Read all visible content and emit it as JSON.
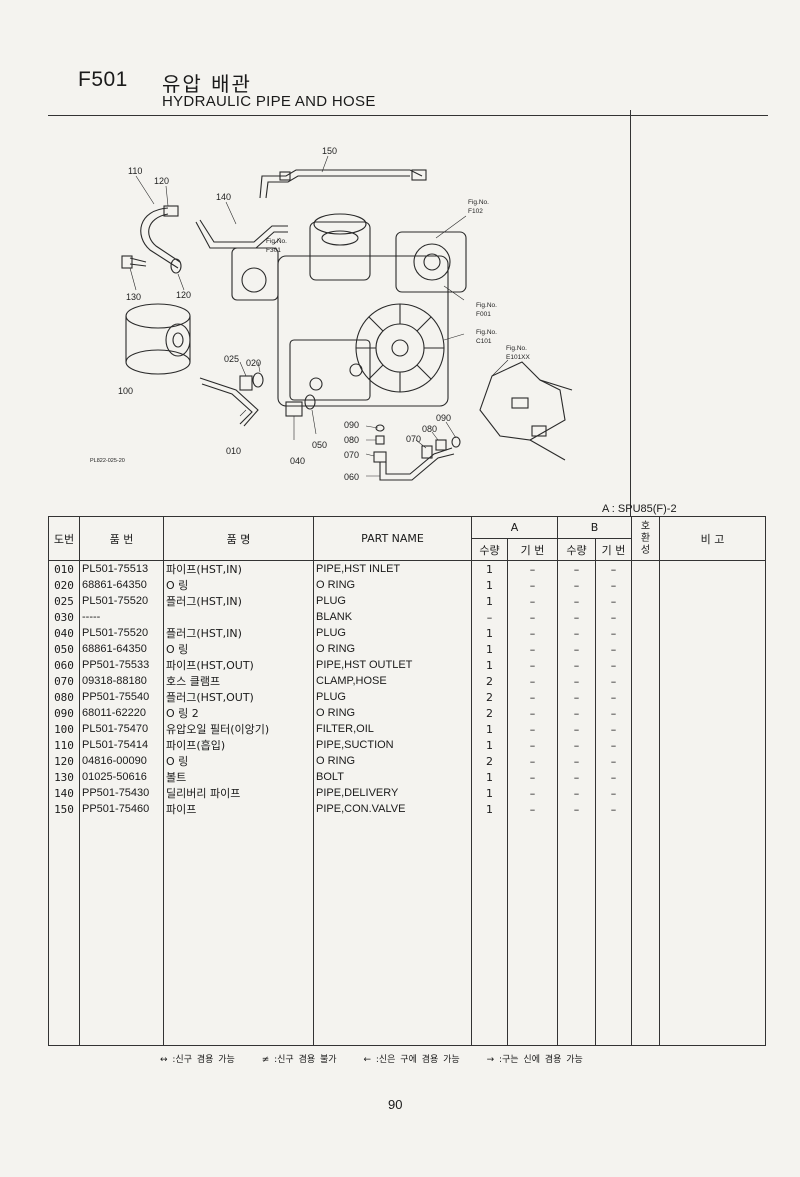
{
  "header": {
    "code": "F501",
    "title_ko": "유압 배관",
    "title_en": "HYDRAULIC PIPE AND HOSE"
  },
  "figure": {
    "callouts": {
      "c150": "150",
      "c110": "110",
      "c120a": "120",
      "c140": "140",
      "c130": "130",
      "c120b": "120",
      "c100": "100",
      "c025": "025",
      "c020": "020",
      "c010": "010",
      "c040": "040",
      "c050": "050",
      "c090a": "090",
      "c080a": "080",
      "c070a": "070",
      "c060": "060",
      "c090b": "090",
      "c080b": "080",
      "c070b": "070"
    },
    "fig_refs": {
      "f102_label": "Fig.No.",
      "f102": "F102",
      "f301_label": "Fig.No.",
      "f301": "F301",
      "f001_label": "Fig.No.",
      "f001": "F001",
      "c101_label": "Fig.No.",
      "c101": "C101",
      "e101_label": "Fig.No.",
      "e101": "E101XX"
    },
    "drawing_code": "PL822-025-20"
  },
  "model_label": "A : SPU85(F)-2",
  "table": {
    "headers": {
      "no": "도번",
      "part_no": "품   번",
      "name_ko": "품        명",
      "part_name": "PART  NAME",
      "group_a": "A",
      "group_b": "B",
      "qty": "수량",
      "model_no": "기 번",
      "interchange": "호환성",
      "remarks": "비   고"
    },
    "rows": [
      {
        "no": "010",
        "part_no": "PL501-75513",
        "name_ko": "파이프(HST,IN)",
        "part_name": "PIPE,HST INLET",
        "qty_a": "1",
        "mod_a": "–",
        "qty_b": "–",
        "mod_b": "–"
      },
      {
        "no": "020",
        "part_no": "68861-64350",
        "name_ko": "O 링",
        "part_name": "O RING",
        "qty_a": "1",
        "mod_a": "–",
        "qty_b": "–",
        "mod_b": "–"
      },
      {
        "no": "025",
        "part_no": "PL501-75520",
        "name_ko": "플러그(HST,IN)",
        "part_name": "PLUG",
        "qty_a": "1",
        "mod_a": "–",
        "qty_b": "–",
        "mod_b": "–"
      },
      {
        "no": "030",
        "part_no": "-----",
        "name_ko": "",
        "part_name": "BLANK",
        "qty_a": "–",
        "mod_a": "–",
        "qty_b": "–",
        "mod_b": "–"
      },
      {
        "no": "040",
        "part_no": "PL501-75520",
        "name_ko": "플러그(HST,IN)",
        "part_name": "PLUG",
        "qty_a": "1",
        "mod_a": "–",
        "qty_b": "–",
        "mod_b": "–"
      },
      {
        "no": "050",
        "part_no": "68861-64350",
        "name_ko": "O 링",
        "part_name": "O RING",
        "qty_a": "1",
        "mod_a": "–",
        "qty_b": "–",
        "mod_b": "–"
      },
      {
        "no": "060",
        "part_no": "PP501-75533",
        "name_ko": "파이프(HST,OUT)",
        "part_name": "PIPE,HST OUTLET",
        "qty_a": "1",
        "mod_a": "–",
        "qty_b": "–",
        "mod_b": "–"
      },
      {
        "no": "070",
        "part_no": "09318-88180",
        "name_ko": "호스 클램프",
        "part_name": "CLAMP,HOSE",
        "qty_a": "2",
        "mod_a": "–",
        "qty_b": "–",
        "mod_b": "–"
      },
      {
        "no": "080",
        "part_no": "PP501-75540",
        "name_ko": "플러그(HST,OUT)",
        "part_name": "PLUG",
        "qty_a": "2",
        "mod_a": "–",
        "qty_b": "–",
        "mod_b": "–"
      },
      {
        "no": "090",
        "part_no": "68011-62220",
        "name_ko": "O 링 2",
        "part_name": "O RING",
        "qty_a": "2",
        "mod_a": "–",
        "qty_b": "–",
        "mod_b": "–"
      },
      {
        "no": "100",
        "part_no": "PL501-75470",
        "name_ko": "유압오일 필터(이앙기)",
        "part_name": "FILTER,OIL",
        "qty_a": "1",
        "mod_a": "–",
        "qty_b": "–",
        "mod_b": "–"
      },
      {
        "no": "110",
        "part_no": "PL501-75414",
        "name_ko": "파이프(흡입)",
        "part_name": "PIPE,SUCTION",
        "qty_a": "1",
        "mod_a": "–",
        "qty_b": "–",
        "mod_b": "–"
      },
      {
        "no": "120",
        "part_no": "04816-00090",
        "name_ko": "O 링",
        "part_name": "O RING",
        "qty_a": "2",
        "mod_a": "–",
        "qty_b": "–",
        "mod_b": "–"
      },
      {
        "no": "130",
        "part_no": "01025-50616",
        "name_ko": "볼트",
        "part_name": "BOLT",
        "qty_a": "1",
        "mod_a": "–",
        "qty_b": "–",
        "mod_b": "–"
      },
      {
        "no": "140",
        "part_no": "PP501-75430",
        "name_ko": "딜리버리 파이프",
        "part_name": "PIPE,DELIVERY",
        "qty_a": "1",
        "mod_a": "–",
        "qty_b": "–",
        "mod_b": "–"
      },
      {
        "no": "150",
        "part_no": "PP501-75460",
        "name_ko": "파이프",
        "part_name": "PIPE,CON.VALVE",
        "qty_a": "1",
        "mod_a": "–",
        "qty_b": "–",
        "mod_b": "–"
      }
    ]
  },
  "legend": {
    "both": "↔ :신구 겸용 가능",
    "neither": "≠ :신구 겸용 불가",
    "new_to_old": "← :신은 구에 겸용 가능",
    "old_to_new": "→ :구는 신에 겸용 가능"
  },
  "page_number": "90"
}
